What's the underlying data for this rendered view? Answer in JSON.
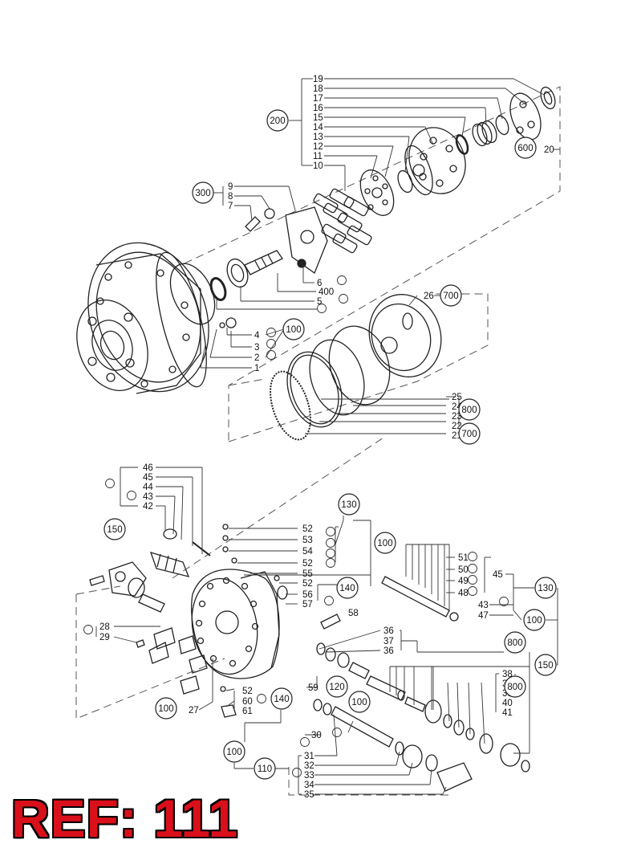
{
  "reference": "REF: 111",
  "part_labels": [
    "19",
    "18",
    "17",
    "16",
    "15",
    "14",
    "13",
    "12",
    "11",
    "10",
    "9",
    "8",
    "7",
    "6",
    "400",
    "5",
    "4",
    "3",
    "2",
    "1",
    "20",
    "26",
    "25",
    "24",
    "23",
    "22",
    "21",
    "46",
    "45",
    "44",
    "43",
    "42",
    "52",
    "53",
    "54",
    "52",
    "55",
    "52",
    "56",
    "57",
    "51",
    "50",
    "49",
    "48",
    "45",
    "43",
    "47",
    "58",
    "36",
    "37",
    "36",
    "28",
    "29",
    "27",
    "52",
    "60",
    "61",
    "59",
    "30",
    "38",
    "39",
    "38",
    "40",
    "41",
    "31",
    "32",
    "33",
    "34",
    "35"
  ],
  "group_labels": [
    "200",
    "300",
    "600",
    "100",
    "700",
    "800",
    "700",
    "130",
    "150",
    "100",
    "140",
    "130",
    "100",
    "800",
    "150",
    "120",
    "100",
    "800",
    "100",
    "140",
    "100",
    "110"
  ]
}
